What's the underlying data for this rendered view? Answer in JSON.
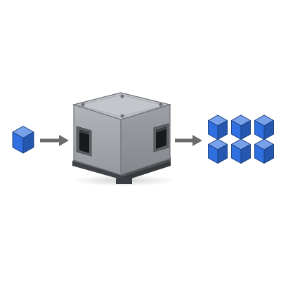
{
  "diagram": {
    "input": {
      "count": 1,
      "icon": "blue-cube-icon",
      "color": "#2f6fe0"
    },
    "process": {
      "icon": "steel-box-machine-icon",
      "color": "#a9acb1"
    },
    "output": {
      "count": 6,
      "rows": 2,
      "columns": 3,
      "icon": "blue-cube-icon",
      "color": "#2f6fe0"
    },
    "connectors": [
      {
        "from": "input",
        "to": "process",
        "icon": "arrow-right-icon",
        "color": "#6c6c6c"
      },
      {
        "from": "process",
        "to": "output",
        "icon": "arrow-right-icon",
        "color": "#6c6c6c"
      }
    ]
  }
}
